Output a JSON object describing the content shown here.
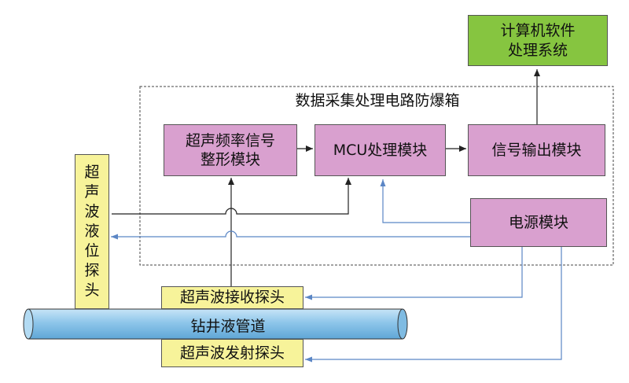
{
  "colors": {
    "module_fill": "#d9a0cf",
    "probe_fill": "#f7f39a",
    "software_fill": "#86c540",
    "pipe_fill": "#8ec6ea",
    "signal_line": "#333333",
    "power_line": "#5b86c5"
  },
  "enclosure": {
    "title": "数据采集处理电路防爆箱"
  },
  "software": {
    "line1": "计算机软件",
    "line2": "处理系统"
  },
  "modules": {
    "freq_shaping": {
      "line1": "超声频率信号",
      "line2": "整形模块"
    },
    "mcu": {
      "label": "MCU处理模块"
    },
    "output": {
      "label": "信号输出模块"
    },
    "power": {
      "label": "电源模块"
    }
  },
  "probes": {
    "level": {
      "chars": [
        "超",
        "声",
        "波",
        "液",
        "位",
        "探",
        "头"
      ]
    },
    "receive": {
      "label": "超声波接收探头"
    },
    "transmit": {
      "label": "超声波发射探头"
    }
  },
  "pipe": {
    "label": "钻井液管道"
  }
}
